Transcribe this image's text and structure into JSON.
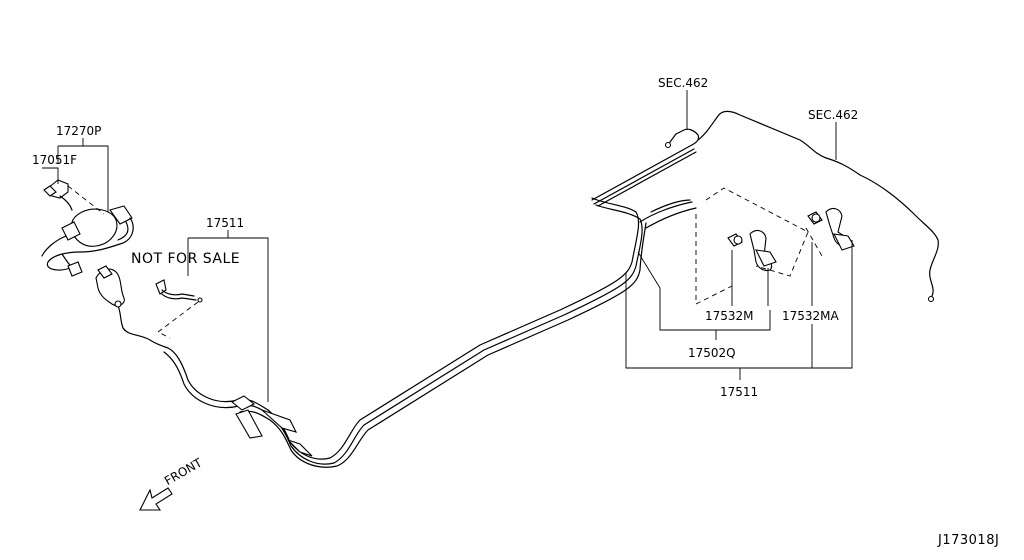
{
  "labels": {
    "p17270p": "17270P",
    "p17051f": "17051F",
    "p17511_left": "17511",
    "not_for_sale": "NOT FOR SALE",
    "sec462_a": "SEC.462",
    "sec462_b": "SEC.462",
    "p17532m": "17532M",
    "p17532ma": "17532MA",
    "p17502q": "17502Q",
    "p17511_right": "17511",
    "front": "FRONT",
    "drawing_id": "J173018J"
  }
}
